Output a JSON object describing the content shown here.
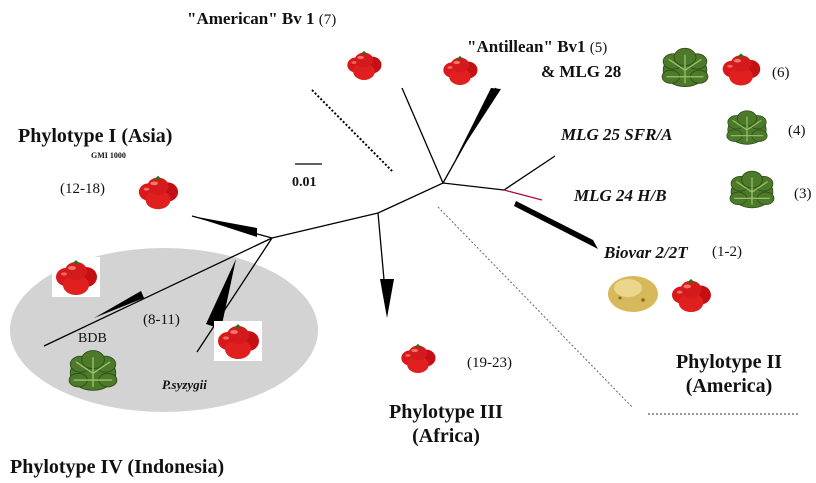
{
  "labels": {
    "american": "\"American\" Bv 1",
    "american_count": "(7)",
    "antillean": "\"Antillean\" Bv1",
    "antillean_count": "(5)",
    "mlg28": "& MLG 28",
    "mlg28_count": "(6)",
    "mlg25": "MLG 25 SFR/A",
    "mlg25_count": "(4)",
    "mlg24": "MLG 24 H/B",
    "mlg24_count": "(3)",
    "biovar": "Biovar 2/2T",
    "biovar_count": "(1-2)",
    "phylotype1": "Phylotype I  (Asia)",
    "gmi": "GMI 1000",
    "p1_count": "(12-18)",
    "scale": "0.01",
    "p4_count": "(8-11)",
    "bdb": "BDB",
    "psyzygii": "P.syzygii",
    "p3_count": "(19-23)",
    "phylotype3_line1": "Phylotype III",
    "phylotype3_line2": "(Africa)",
    "phylotype2_line1": "Phylotype II",
    "phylotype2_line2": "(America)",
    "phylotype4": "Phylotype IV (Indonesia)"
  },
  "colors": {
    "tomato": "#d8191c",
    "banana": "#4c7a2a",
    "potato": "#d7b85a",
    "ellipse": "#d3d3d3",
    "branch": "#000000",
    "red_branch": "#b0103a"
  },
  "icons": [
    "tomato-icon",
    "banana-plant-icon",
    "potato-icon"
  ]
}
